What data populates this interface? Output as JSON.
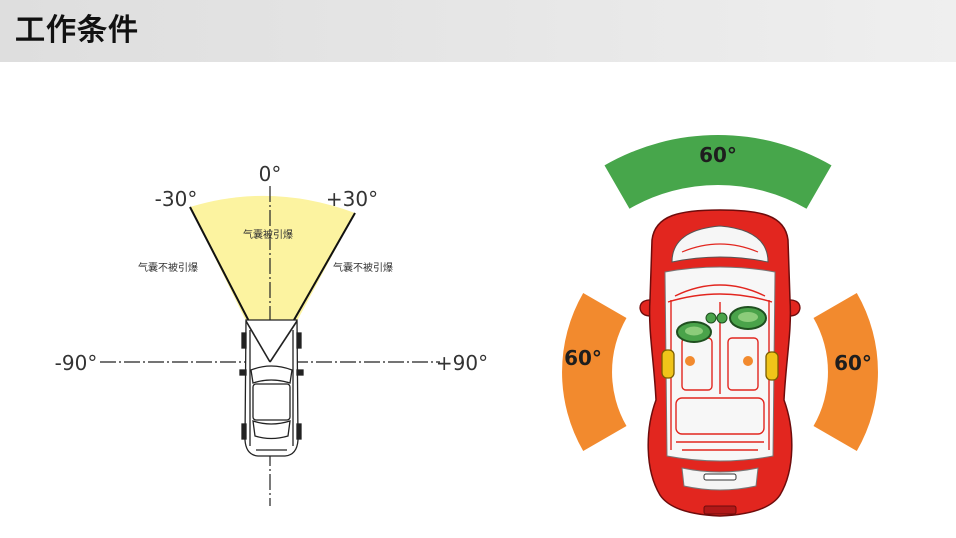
{
  "header": {
    "title": "工作条件"
  },
  "left_diagram": {
    "angle_labels": {
      "zero": "0°",
      "minus_30": "-30°",
      "plus_30": "+30°",
      "minus_90": "-90°",
      "plus_90": "+90°"
    },
    "zone_labels": {
      "deploy": "气囊被引爆",
      "no_deploy_left": "气囊不被引爆",
      "no_deploy_right": "气囊不被引爆"
    },
    "colors": {
      "deploy_zone": "#fcf3a0"
    }
  },
  "right_diagram": {
    "front_zone": {
      "label": "60°",
      "color": "#47a64b"
    },
    "left_zone": {
      "label": "60°",
      "color": "#f28a2e"
    },
    "right_zone": {
      "label": "60°",
      "color": "#f28a2e"
    },
    "car_color": "#e2261f",
    "front_airbag_color": "#4aa34a",
    "side_airbag_color": "#f0c419"
  }
}
